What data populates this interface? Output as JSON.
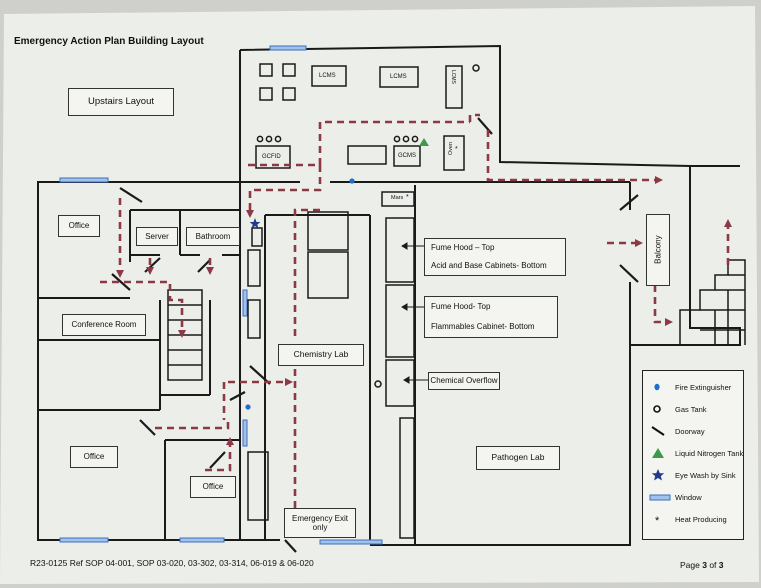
{
  "title": "Emergency Action Plan Building Layout",
  "upstairs_label": "Upstairs Layout",
  "rooms": {
    "office_top_left": "Office",
    "server": "Server",
    "bathroom": "Bathroom",
    "conference_room": "Conference Room",
    "office_bottom_left": "Office",
    "office_bottom_mid": "Office",
    "chemistry_lab": "Chemistry Lab",
    "pathogen_lab": "Pathogen Lab",
    "balcony": "Balcony",
    "emergency_exit": "Emergency Exit only"
  },
  "equipment": {
    "lcms_1": "LCMS",
    "lcms_2": "LCMS",
    "lcms_3": "LCMS",
    "gcfid": "GCFID",
    "gcms": "GCMS",
    "oven": "Oven",
    "mars": "Mars"
  },
  "hood_labels": {
    "hood1_line1": "Fume Hood – Top",
    "hood1_line2": "Acid and Base Cabinets- Bottom",
    "hood2_line1": "Fume Hood- Top",
    "hood2_line2": "Flammables Cabinet- Bottom",
    "chemical_overflow": "Chemical Overflow"
  },
  "legend": {
    "items": [
      {
        "label": "Fire Extinguisher",
        "icon": "fire-extinguisher-icon"
      },
      {
        "label": "Gas Tank",
        "icon": "gas-tank-icon"
      },
      {
        "label": "Doorway",
        "icon": "doorway-icon"
      },
      {
        "label": "Liquid Nitrogen Tank",
        "icon": "liquid-nitrogen-icon"
      },
      {
        "label": "Eye Wash by Sink",
        "icon": "eye-wash-icon"
      },
      {
        "label": "Window",
        "icon": "window-icon"
      },
      {
        "label": "Heat Producing",
        "icon": "heat-producing-icon"
      }
    ]
  },
  "footer": {
    "ref": "R23-0125  Ref SOP 04-001, SOP 03-020, 03-302, 03-314, 06-019 & 06-020",
    "page_prefix": "Page ",
    "page_num": "3",
    "page_mid": " of ",
    "page_total": "3"
  },
  "colors": {
    "route": "#8b3a45",
    "window": "#5b8fd6",
    "extinguisher": "#1f6fd1",
    "nitrogen": "#3d9a4a",
    "eyewash": "#233a8a",
    "wall": "#1a1a1a"
  }
}
